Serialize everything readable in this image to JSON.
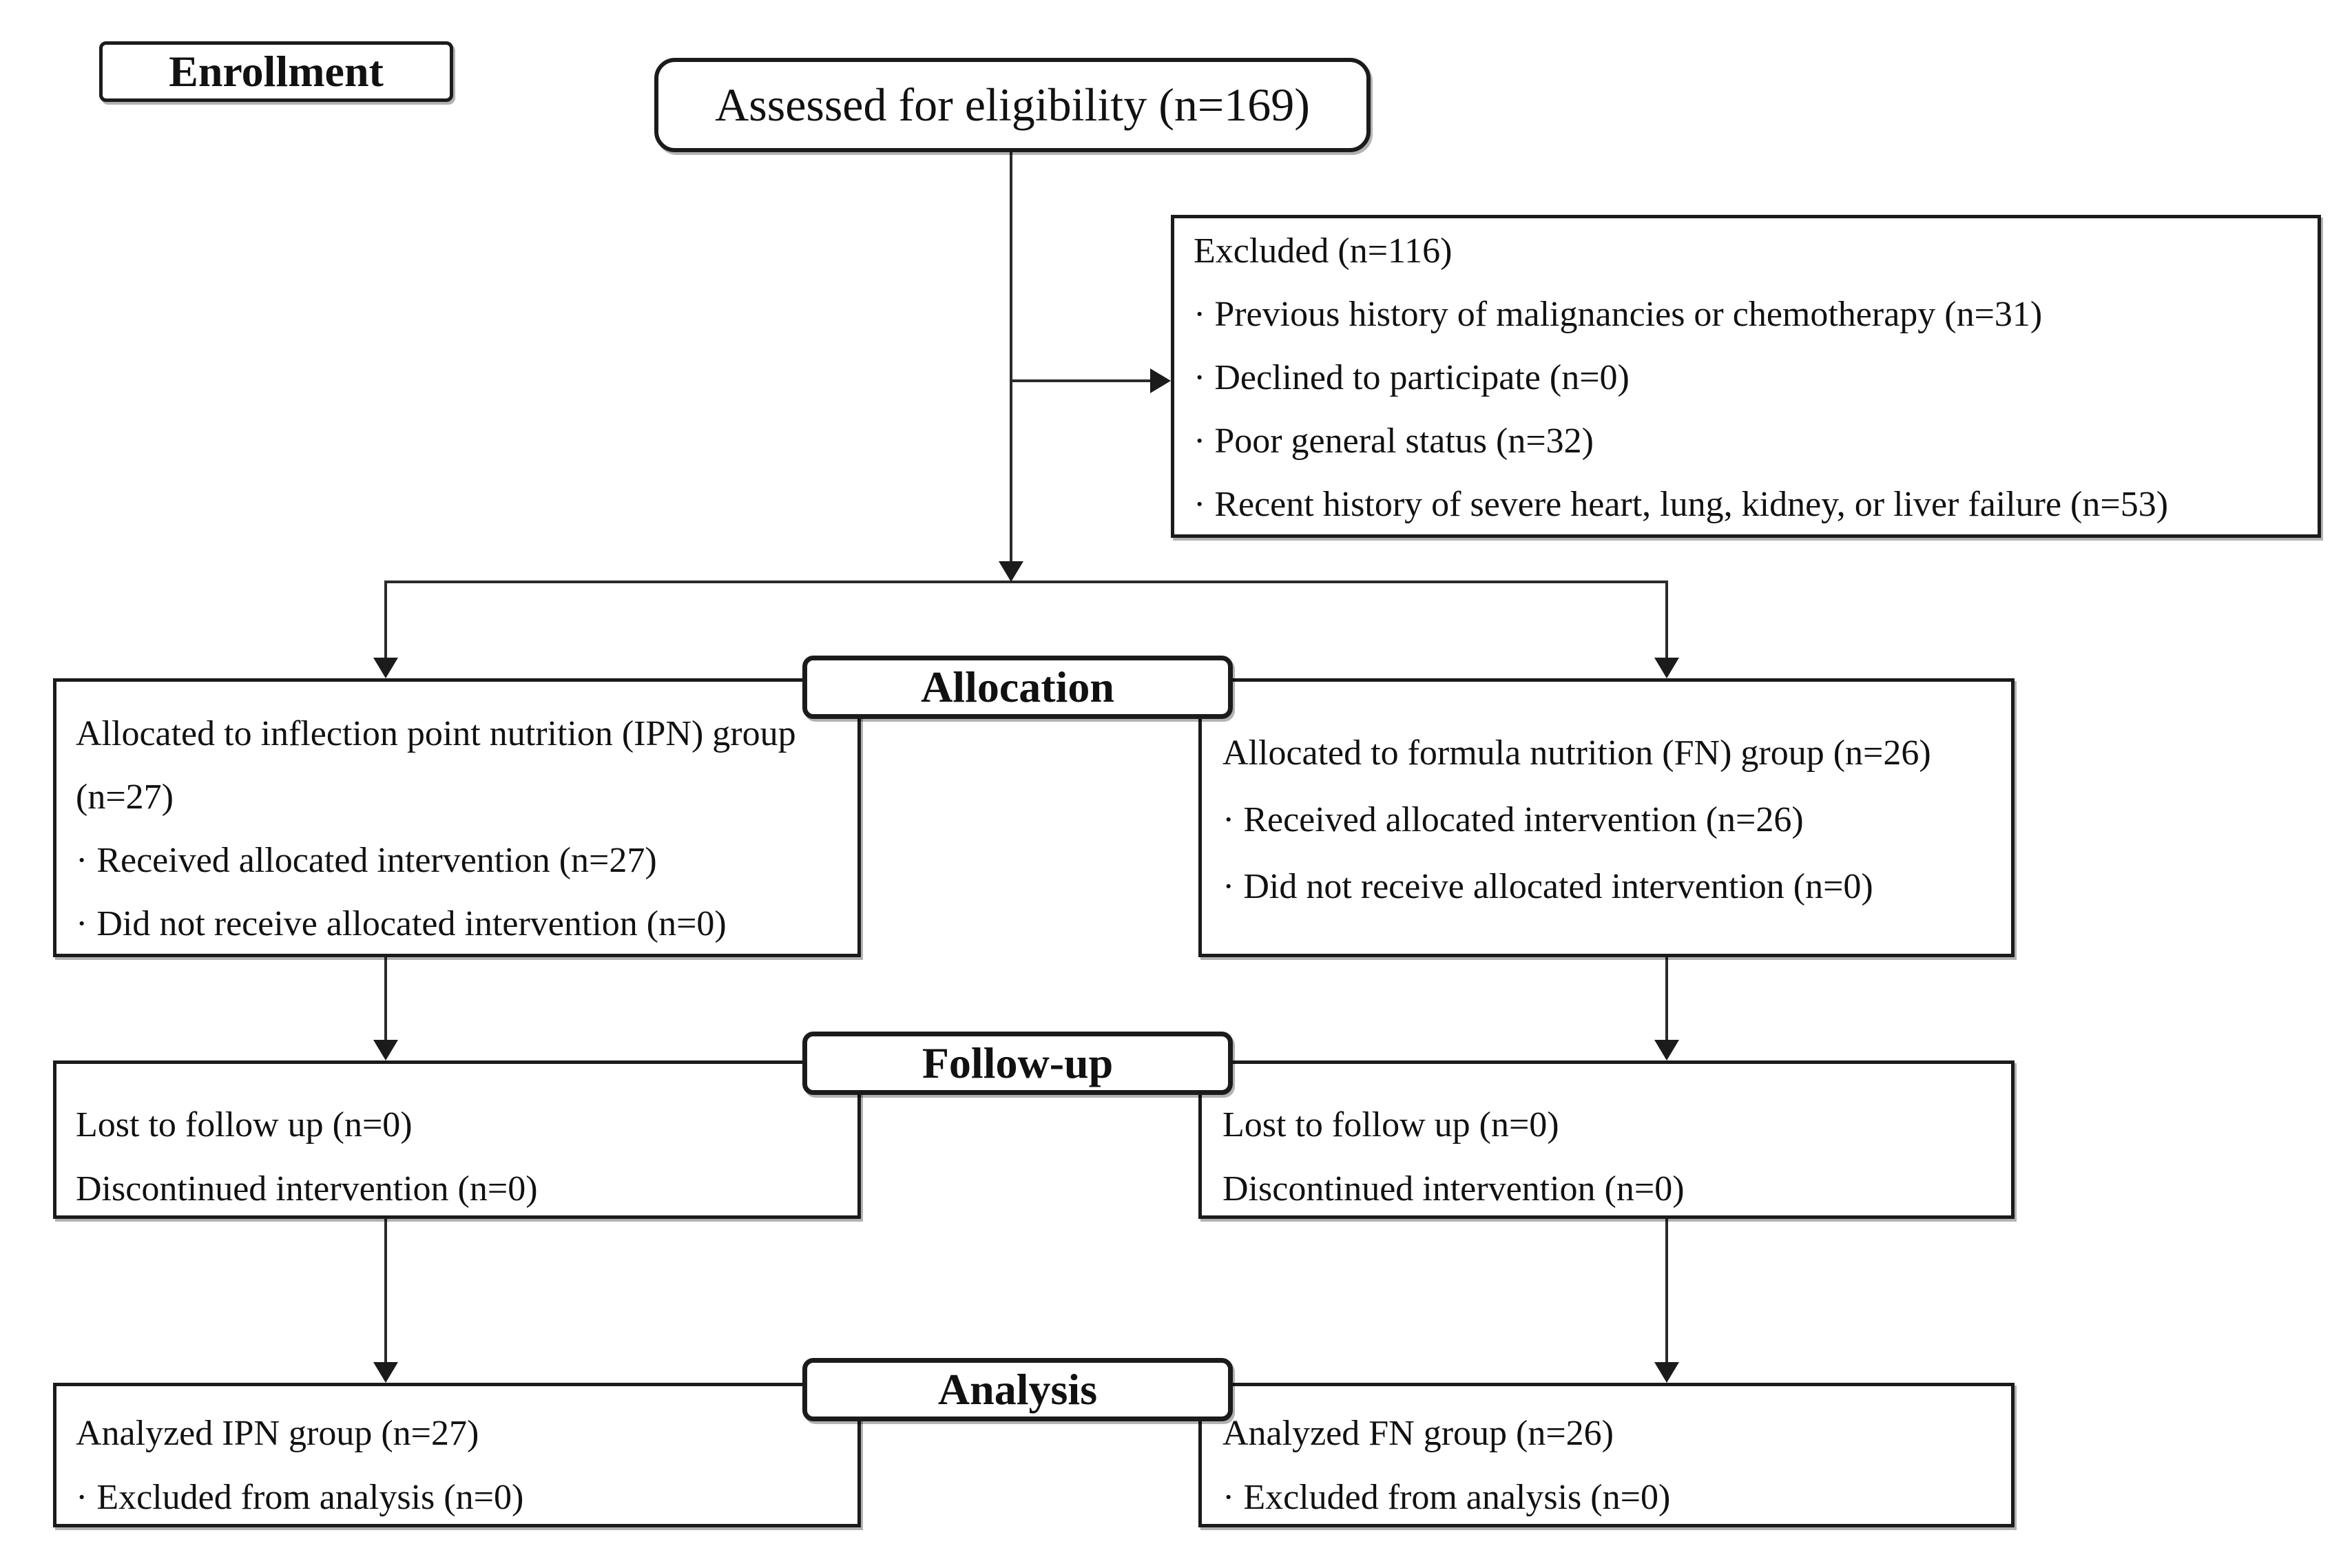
{
  "figure": {
    "stages": {
      "enrollment": "Enrollment",
      "allocation": "Allocation",
      "followup": "Follow-up",
      "analysis": "Analysis"
    },
    "assessed": {
      "text": "Assessed for eligibility (n=169)"
    },
    "excluded": {
      "title": "Excluded (n=116)",
      "items": [
        "· Previous history of malignancies or chemotherapy (n=31)",
        "· Declined to participate (n=0)",
        "· Poor general status (n=32)",
        "· Recent history of severe heart, lung, kidney, or liver failure (n=53)"
      ]
    },
    "allocation_left": {
      "lines": [
        "Allocated to inflection point nutrition (IPN) group",
        "(n=27)",
        "· Received allocated intervention (n=27)",
        "· Did not receive allocated intervention (n=0)"
      ]
    },
    "allocation_right": {
      "lines": [
        "Allocated to formula nutrition (FN) group (n=26)",
        "· Received allocated intervention (n=26)",
        "· Did not receive allocated intervention (n=0)"
      ]
    },
    "followup_left": {
      "lines": [
        "Lost to follow up (n=0)",
        "Discontinued intervention (n=0)"
      ]
    },
    "followup_right": {
      "lines": [
        "Lost to follow up (n=0)",
        "Discontinued intervention (n=0)"
      ]
    },
    "analysis_left": {
      "lines": [
        "Analyzed IPN group (n=27)",
        "· Excluded from analysis (n=0)"
      ]
    },
    "analysis_right": {
      "lines": [
        "Analyzed FN group (n=26)",
        "· Excluded from analysis (n=0)"
      ]
    }
  },
  "colors": {
    "border": "#1b1b1b",
    "text": "#111111",
    "background": "#ffffff",
    "line": "#2a2a2a"
  }
}
